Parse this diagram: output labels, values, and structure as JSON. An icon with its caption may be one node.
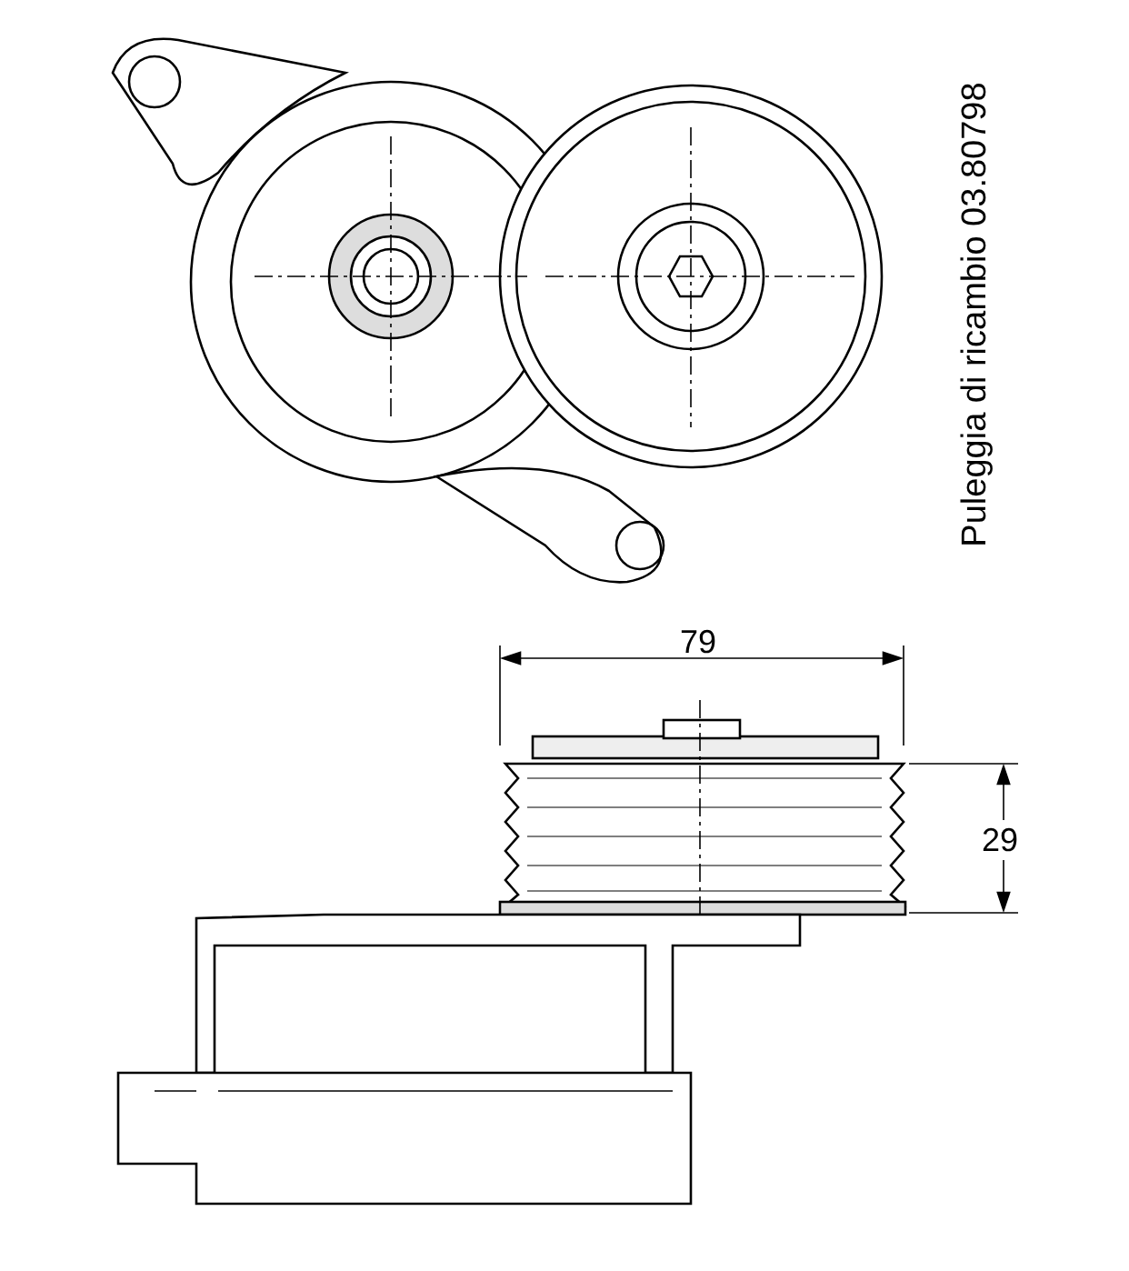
{
  "diagram": {
    "labels": [
      "Puleggia di ricambio 03.80798",
      "79",
      "29"
    ]
  }
}
